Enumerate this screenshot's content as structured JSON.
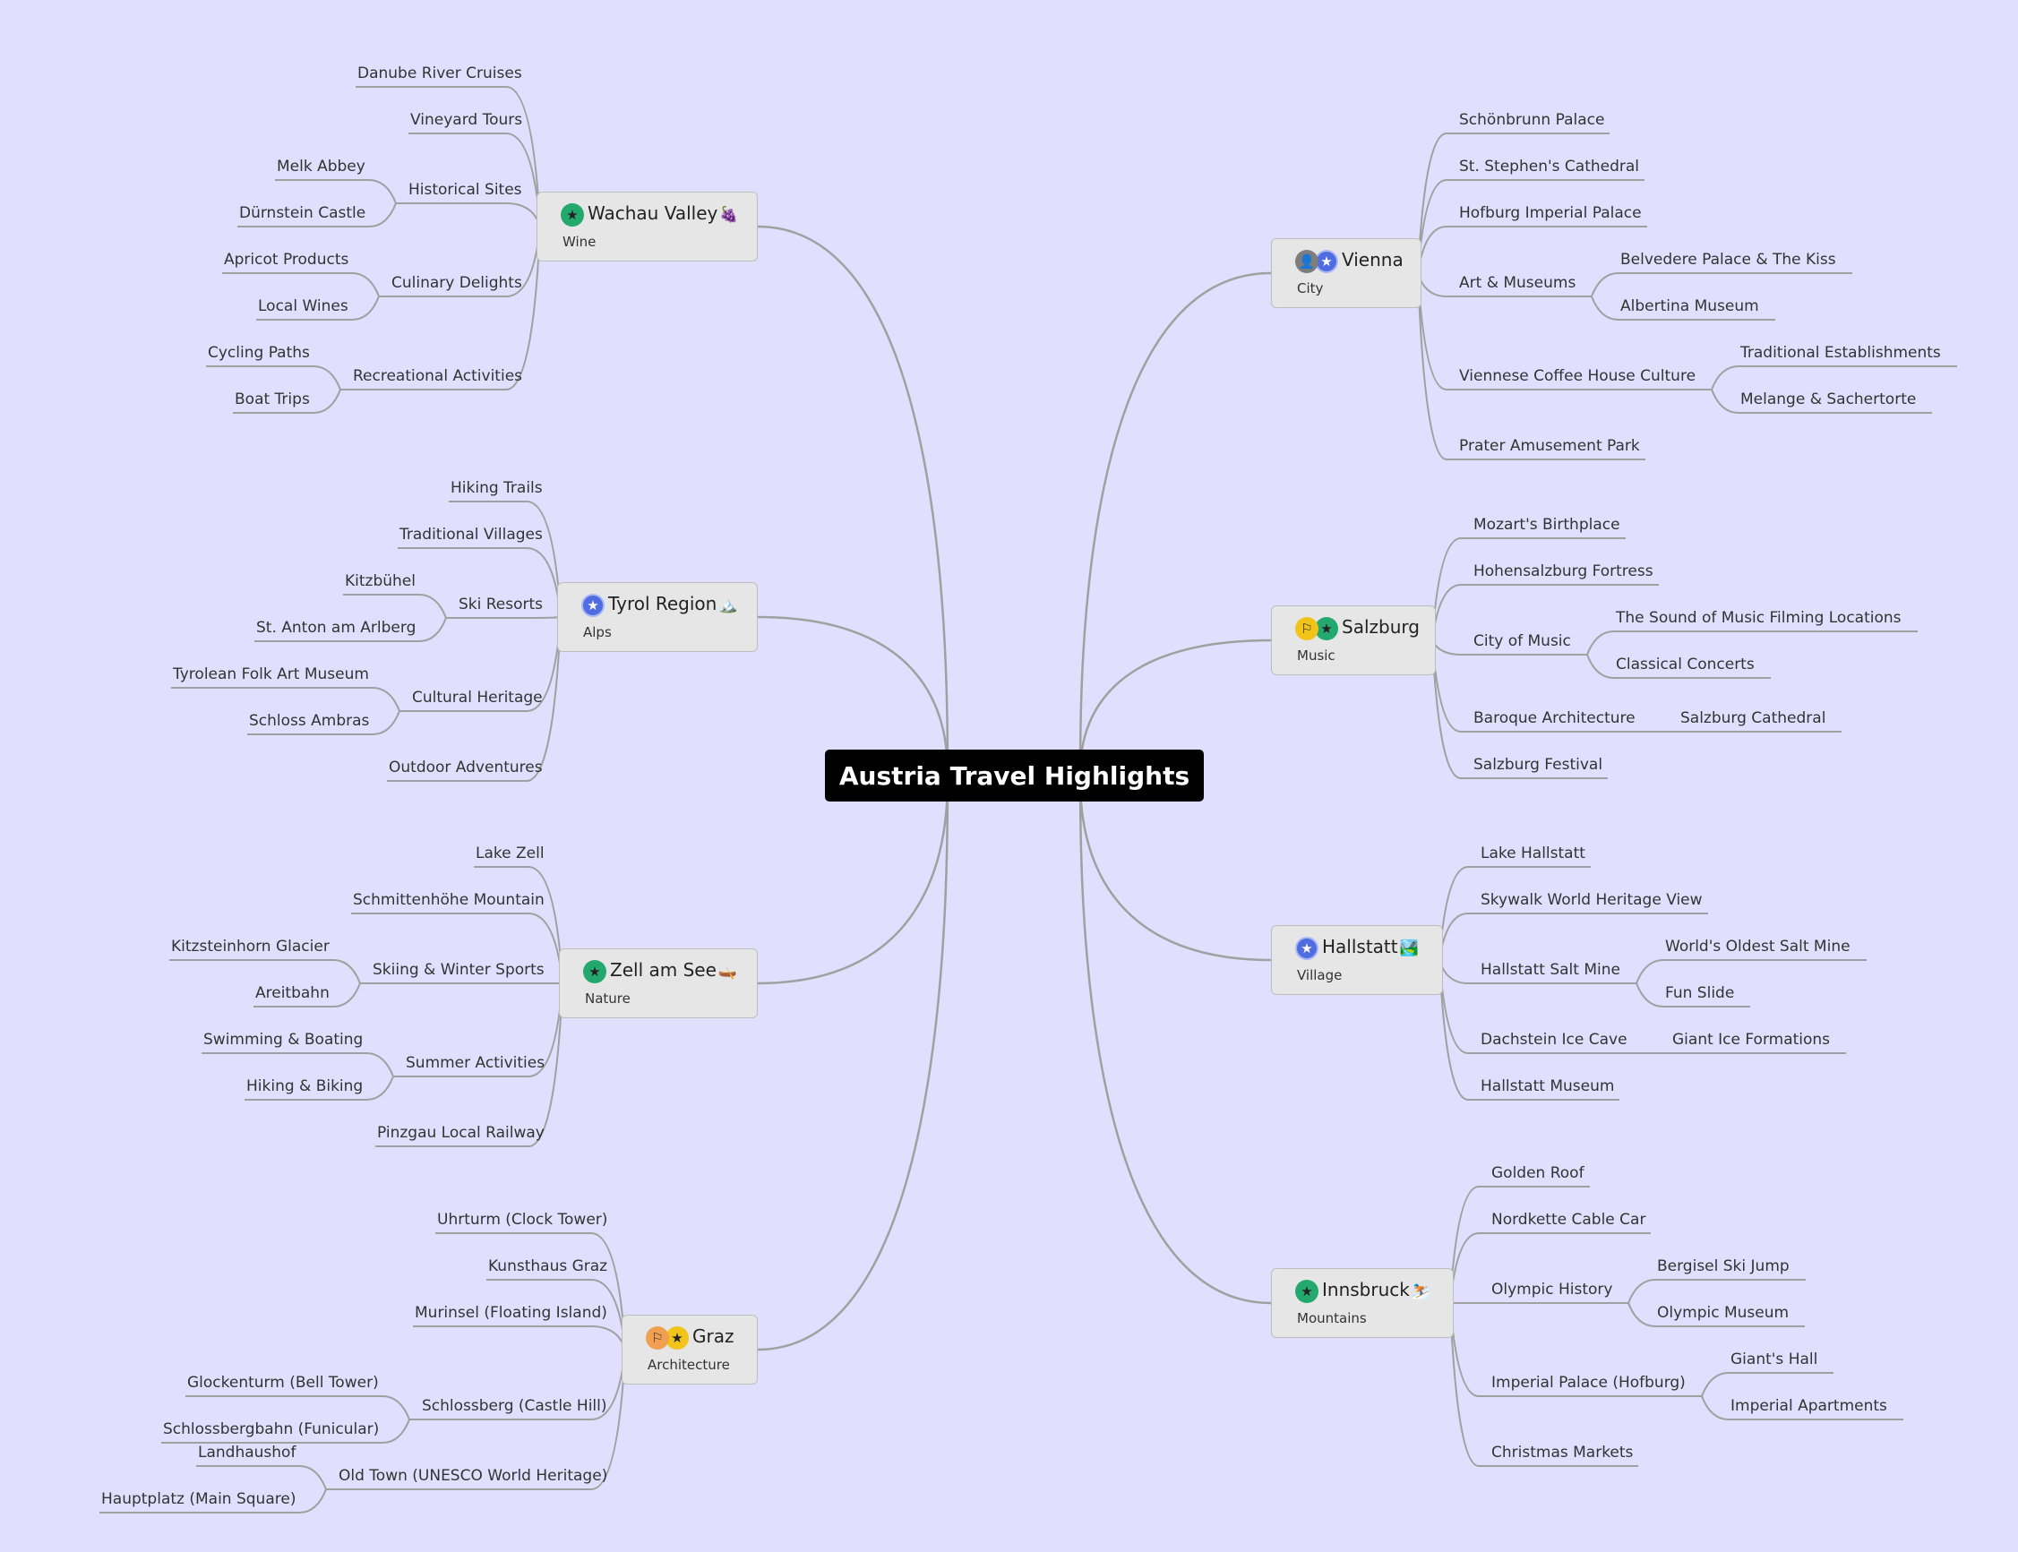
{
  "title": "Austria Travel Highlights",
  "colors": {
    "background": "#e0e0fe",
    "link": "#a0a0a0",
    "node_fill": "#e6e6e6",
    "center_fill": "#000000"
  },
  "branches": [
    {
      "id": "wachau",
      "title": "Wachau Valley",
      "emoji": "🍇",
      "subtitle": "Wine",
      "markers": [
        "green-star"
      ],
      "children": [
        {
          "label": "Danube River Cruises"
        },
        {
          "label": "Vineyard Tours"
        },
        {
          "label": "Historical Sites",
          "children": [
            "Melk Abbey",
            "Dürnstein Castle"
          ]
        },
        {
          "label": "Culinary Delights",
          "children": [
            "Apricot Products",
            "Local Wines"
          ]
        },
        {
          "label": "Recreational Activities",
          "children": [
            "Cycling Paths",
            "Boat Trips"
          ]
        }
      ]
    },
    {
      "id": "tyrol",
      "title": "Tyrol Region",
      "emoji": "🏔️",
      "subtitle": "Alps",
      "markers": [
        "blue-star"
      ],
      "children": [
        {
          "label": "Hiking Trails"
        },
        {
          "label": "Traditional Villages"
        },
        {
          "label": "Ski Resorts",
          "children": [
            "Kitzbühel",
            "St. Anton am Arlberg"
          ]
        },
        {
          "label": "Cultural Heritage",
          "children": [
            "Tyrolean Folk Art Museum",
            "Schloss Ambras"
          ]
        },
        {
          "label": "Outdoor Adventures"
        }
      ]
    },
    {
      "id": "zell",
      "title": "Zell am See",
      "emoji": "🛶",
      "subtitle": "Nature",
      "markers": [
        "green-star"
      ],
      "children": [
        {
          "label": "Lake Zell"
        },
        {
          "label": "Schmittenhöhe Mountain"
        },
        {
          "label": "Skiing & Winter Sports",
          "children": [
            "Kitzsteinhorn Glacier",
            "Areitbahn"
          ]
        },
        {
          "label": "Summer Activities",
          "children": [
            "Swimming & Boating",
            "Hiking & Biking"
          ]
        },
        {
          "label": "Pinzgau Local Railway"
        }
      ]
    },
    {
      "id": "graz",
      "title": "Graz",
      "emoji": "",
      "subtitle": "Architecture",
      "markers": [
        "orange-flag",
        "yellow-star"
      ],
      "children": [
        {
          "label": "Uhrturm (Clock Tower)"
        },
        {
          "label": "Kunsthaus Graz"
        },
        {
          "label": "Murinsel (Floating Island)"
        },
        {
          "label": "Schlossberg (Castle Hill)",
          "children": [
            "Glockenturm (Bell Tower)",
            "Schlossbergbahn (Funicular)"
          ]
        },
        {
          "label": "Old Town (UNESCO World Heritage)",
          "children": [
            "Landhaushof",
            "Hauptplatz (Main Square)"
          ]
        }
      ]
    },
    {
      "id": "vienna",
      "title": "Vienna",
      "emoji": "",
      "subtitle": "City",
      "markers": [
        "gray-person",
        "blue-star"
      ],
      "children": [
        {
          "label": "Schönbrunn Palace"
        },
        {
          "label": "St. Stephen's Cathedral"
        },
        {
          "label": "Hofburg Imperial Palace"
        },
        {
          "label": "Art & Museums",
          "children": [
            "Belvedere Palace & The Kiss",
            "Albertina Museum"
          ]
        },
        {
          "label": "Viennese Coffee House Culture",
          "children": [
            "Traditional Establishments",
            "Melange & Sachertorte"
          ]
        },
        {
          "label": "Prater Amusement Park"
        }
      ]
    },
    {
      "id": "salzburg",
      "title": "Salzburg",
      "emoji": "",
      "subtitle": "Music",
      "markers": [
        "yellow-flag",
        "green-star"
      ],
      "children": [
        {
          "label": "Mozart's Birthplace"
        },
        {
          "label": "Hohensalzburg Fortress"
        },
        {
          "label": "City of Music",
          "children": [
            "The Sound of Music Filming Locations",
            "Classical Concerts"
          ]
        },
        {
          "label": "Baroque Architecture",
          "children": [
            "Salzburg Cathedral"
          ]
        },
        {
          "label": "Salzburg Festival"
        }
      ]
    },
    {
      "id": "hallstatt",
      "title": "Hallstatt",
      "emoji": "🏞️",
      "subtitle": "Village",
      "markers": [
        "blue-star"
      ],
      "children": [
        {
          "label": "Lake Hallstatt"
        },
        {
          "label": "Skywalk World Heritage View"
        },
        {
          "label": "Hallstatt Salt Mine",
          "children": [
            "World's Oldest Salt Mine",
            "Fun Slide"
          ]
        },
        {
          "label": "Dachstein Ice Cave",
          "children": [
            "Giant Ice Formations"
          ]
        },
        {
          "label": "Hallstatt Museum"
        }
      ]
    },
    {
      "id": "innsbruck",
      "title": "Innsbruck",
      "emoji": "⛷️",
      "subtitle": "Mountains",
      "markers": [
        "green-star"
      ],
      "children": [
        {
          "label": "Golden Roof"
        },
        {
          "label": "Nordkette Cable Car"
        },
        {
          "label": "Olympic History",
          "children": [
            "Bergisel Ski Jump",
            "Olympic Museum"
          ]
        },
        {
          "label": "Imperial Palace (Hofburg)",
          "children": [
            "Giant's Hall",
            "Imperial Apartments"
          ]
        },
        {
          "label": "Christmas Markets"
        }
      ]
    }
  ]
}
